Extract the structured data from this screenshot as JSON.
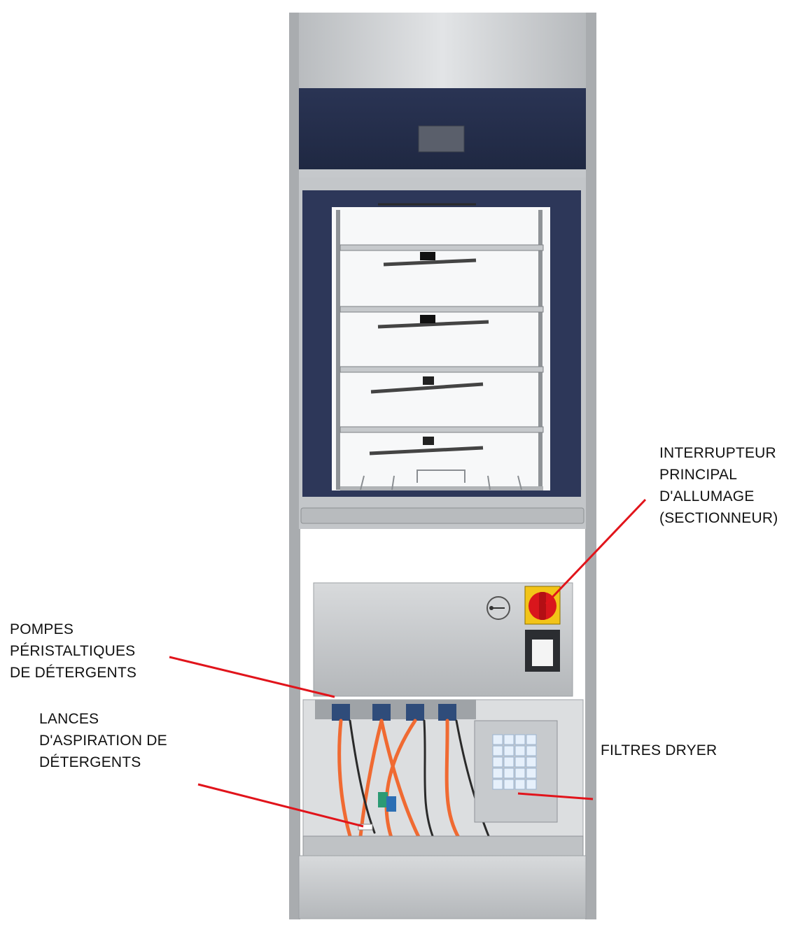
{
  "labels": {
    "main_switch": [
      "INTERRUPTEUR",
      "PRINCIPAL",
      "D'ALLUMAGE",
      "(SECTIONNEUR)"
    ],
    "pumps": [
      "POMPES",
      "PÉRISTALTIQUES",
      "DE DÉTERGENTS"
    ],
    "lances": [
      "LANCES",
      "D'ASPIRATION DE",
      "DÉTERGENTS"
    ],
    "dryer_filters": [
      "FILTRES DRYER"
    ]
  },
  "colors": {
    "leader_line": "#e1141b",
    "stainless": "#c9cbcd",
    "control_band": "#2b3556",
    "door_frame": "#2d3759",
    "hose_orange": "#f06a32",
    "switch_red": "#d9161c",
    "switch_yellow": "#f2c418"
  },
  "counts": {
    "rack_shelves": 4,
    "pumps": 4
  }
}
